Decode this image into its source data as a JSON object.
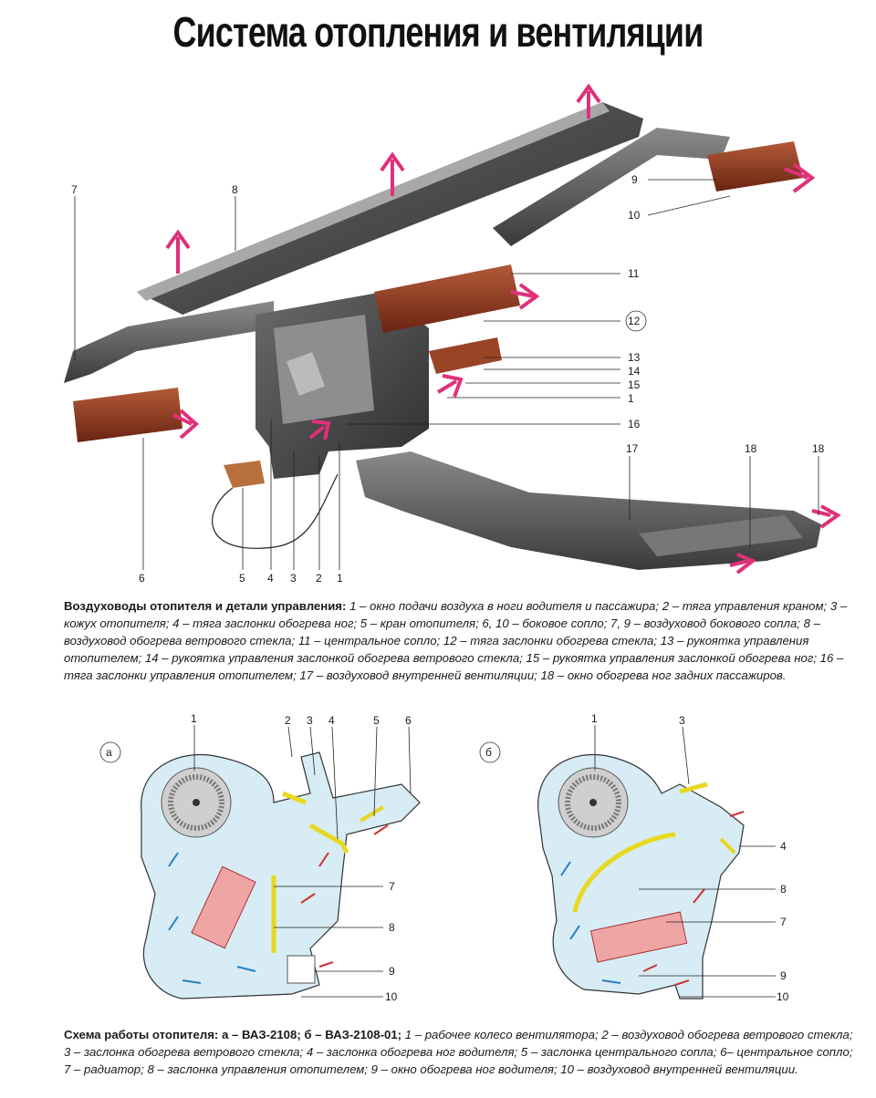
{
  "title": "Система отопления и вентиляции",
  "top_labels": [
    "1",
    "2",
    "3",
    "4",
    "5",
    "6",
    "7",
    "8",
    "9",
    "10",
    "11",
    "12",
    "13",
    "14",
    "15",
    "16",
    "17",
    "18",
    "18"
  ],
  "caption1": {
    "lead": "Воздуховоды отопителя и детали управления:",
    "text": "1 – окно подачи воздуха в ноги водителя и пассажира; 2 – тяга управления краном; 3 – кожух отопителя; 4 – тяга заслонки обогрева ног; 5 – кран отопителя; 6, 10 – боковое сопло; 7, 9 – воздуховод бокового сопла; 8 – воздуховод обогрева ветрового стекла; 11 – центральное сопло; 12 – тяга заслонки обогрева стекла; 13 – рукоятка управления отопителем; 14 – рукоятка управления заслонкой обогрева ветрового стекла; 15 – рукоятка управления заслонкой обогрева ног; 16 – тяга заслонки управления отопителем; 17 – воздуховод внутренней вентиляции; 18 – окно обогрева ног задних пассажиров."
  },
  "diagram_a": {
    "letter": "а",
    "labels": [
      "1",
      "2",
      "3",
      "4",
      "5",
      "6",
      "7",
      "8",
      "9",
      "10"
    ]
  },
  "diagram_b": {
    "letter": "б",
    "labels": [
      "1",
      "3",
      "4",
      "8",
      "7",
      "9",
      "10"
    ]
  },
  "caption2": {
    "lead": "Схема работы отопителя: а – ВАЗ-2108; б – ВАЗ-2108-01;",
    "text": "1 – рабочее колесо вентилятора; 2 – воздуховод обогрева ветрового стекла; 3 – заслонка обогрева ветрового стекла; 4 – заслонка обогрева ног водителя; 5 – заслонка центрального сопла; 6– центральное сопло; 7 – радиатор; 8 – заслонка управления отопителем; 9 – окно обогрева ног водителя; 10 – воздуховод внутренней вентиляции."
  },
  "colors": {
    "duct": "#4a4a4a",
    "nozzle": "#8b3a22",
    "arrow": "#e0307a",
    "water": "#d7ecf5",
    "blueArrow": "#2a7fc0",
    "redArrow": "#d43030",
    "flap": "#e8d820"
  }
}
